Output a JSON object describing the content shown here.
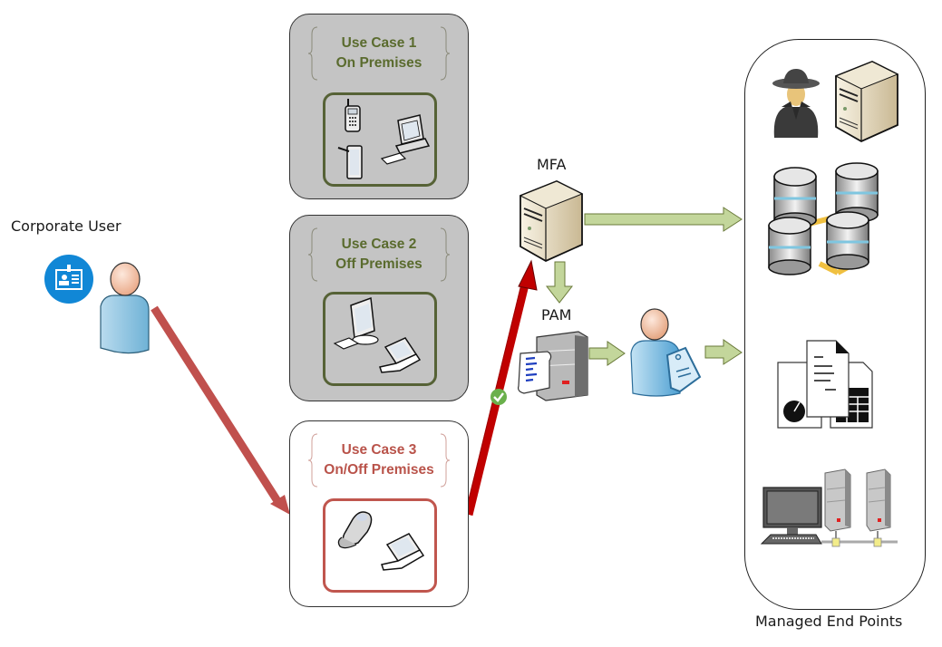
{
  "user": {
    "label": "Corporate User",
    "badge_icon": "id-badge-icon",
    "person_icon": "user-icon"
  },
  "use_cases": [
    {
      "title": "Use Case 1",
      "subtitle": "On Premises",
      "devices": [
        "mobile-phone-icon",
        "tablet-icon",
        "desktop-computer-icon"
      ],
      "theme": "gray"
    },
    {
      "title": "Use Case 2",
      "subtitle": "Off Premises",
      "devices": [
        "desktop-monitor-icon",
        "laptop-icon"
      ],
      "theme": "gray"
    },
    {
      "title": "Use Case 3",
      "subtitle": "On/Off Premises",
      "devices": [
        "flip-phone-icon",
        "laptop-icon"
      ],
      "theme": "highlight"
    }
  ],
  "mfa": {
    "label": "MFA",
    "icon": "server-icon"
  },
  "pam": {
    "label": "PAM",
    "icon": "server-script-icon",
    "identity_icon": "user-tag-icon"
  },
  "endpoints": {
    "label": "Managed End Points",
    "items": [
      "spy-user-icon",
      "tower-server-icon",
      "database-cluster-icon",
      "documents-icon",
      "network-workstation-icon"
    ]
  },
  "colors": {
    "gray_box": "#c4c4c4",
    "uc_green": "#5a6b2e",
    "uc_red": "#b9534a",
    "flow_arrow": "#c0504d",
    "auth_arrow": "#c00000",
    "green_arrow": "#c3d69b",
    "check": "#6ab04c"
  },
  "status": {
    "check_icon": "checkmark-icon"
  }
}
